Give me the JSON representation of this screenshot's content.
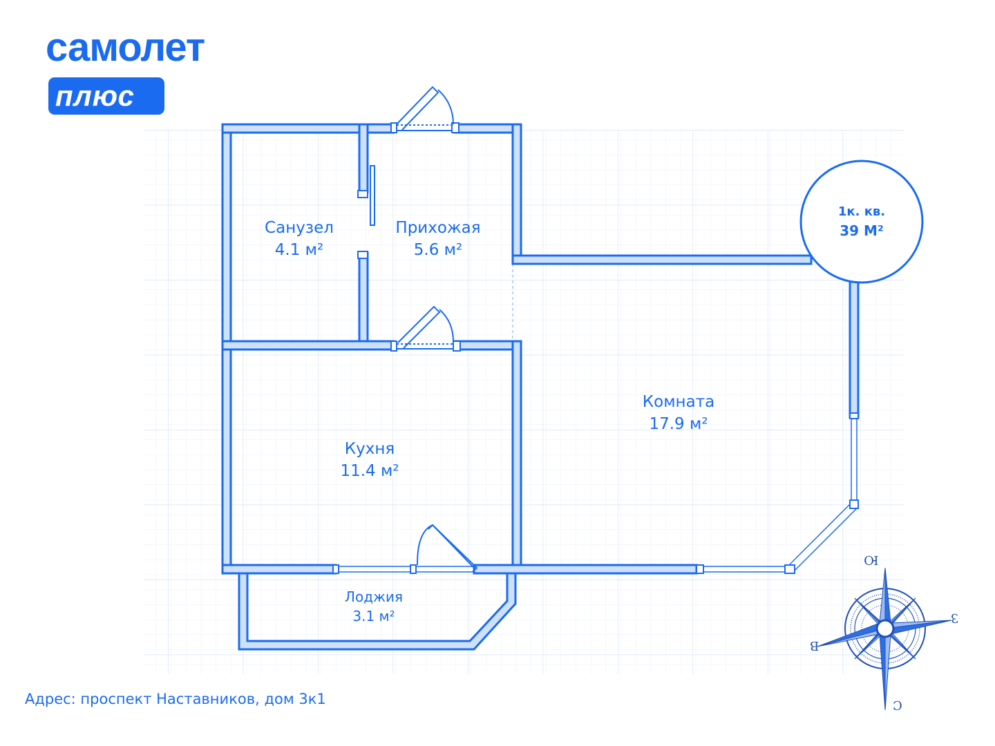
{
  "brand": {
    "name": "самолет",
    "badge": "плюс"
  },
  "apartment": {
    "type": "1к. кв.",
    "total_area": "39 М²"
  },
  "rooms": [
    {
      "name": "Санузел",
      "area": "4.1 м²"
    },
    {
      "name": "Прихожая",
      "area": "5.6 м²"
    },
    {
      "name": "Кухня",
      "area": "11.4 м²"
    },
    {
      "name": "Комната",
      "area": "17.9 м²"
    },
    {
      "name": "Лоджия",
      "area": "3.1 м²"
    }
  ],
  "address": "Адрес: проспект Наставников, дом 3к1",
  "compass": {
    "north": "Ю",
    "east": "З",
    "south": "С",
    "west": "В"
  },
  "colors": {
    "accent": "#1A6BF0",
    "wall_fill": "#CFE0FA",
    "grid": "#DCE8FA",
    "compass": "#1E4FB5"
  }
}
